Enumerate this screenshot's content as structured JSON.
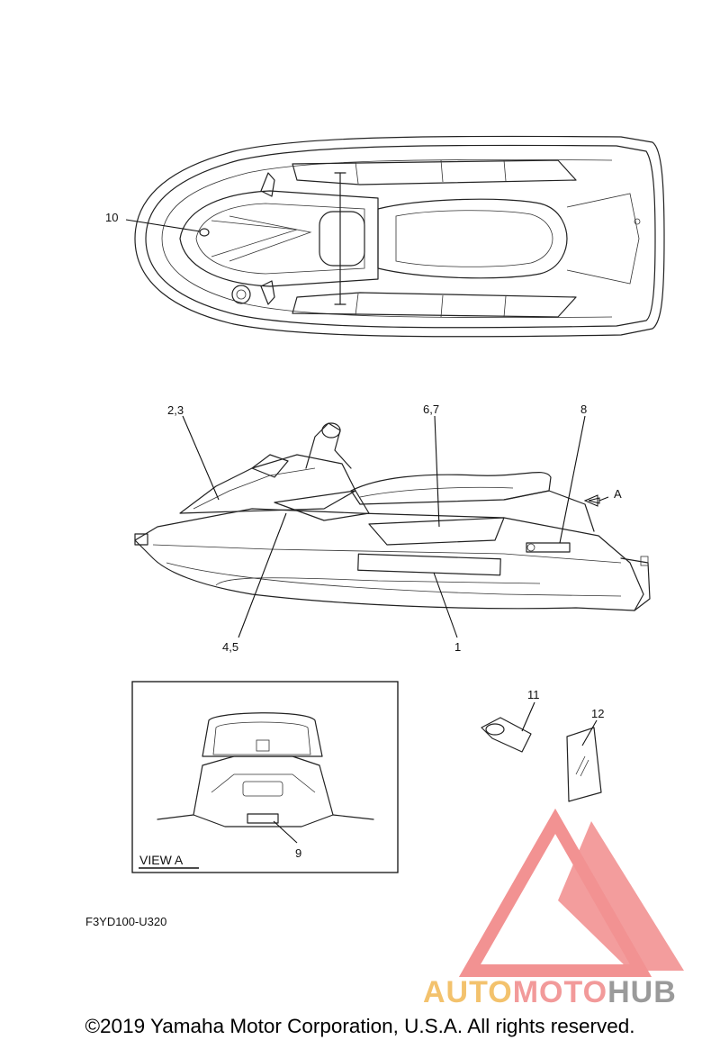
{
  "callouts": {
    "c10": "10",
    "c23": "2,3",
    "c67": "6,7",
    "c8": "8",
    "cA": "A",
    "c45": "4,5",
    "c1": "1",
    "c11": "11",
    "c12": "12",
    "c9": "9"
  },
  "view_label": "VIEW A",
  "part_code": "F3YD100-U320",
  "copyright": "©2019 Yamaha Motor Corporation, U.S.A. All rights reserved.",
  "watermark": {
    "part1": "AUTO",
    "part2": "MOTO",
    "part3": "HUB",
    "colors": {
      "auto": "#f3c26d",
      "moto": "#f29a9a",
      "hub": "#9a9a9a",
      "logo": "#f08080"
    }
  }
}
